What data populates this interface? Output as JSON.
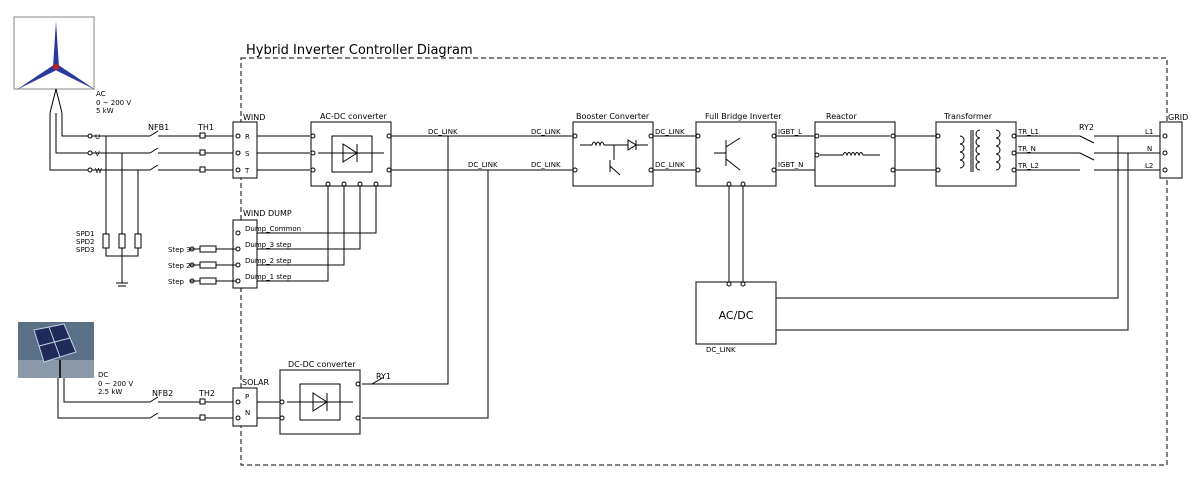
{
  "title": "Hybrid Inverter Controller Diagram",
  "wind_source": {
    "line1": "AC",
    "line2": "0 ~ 200 V",
    "line3": "5 kW"
  },
  "solar_source": {
    "line1": "DC",
    "line2": "0 ~ 200 V",
    "line3": "2.5 kW"
  },
  "breakers": {
    "wind": "NFB1",
    "solar": "NFB2"
  },
  "thermal": {
    "wind": "TH1",
    "solar": "TH2"
  },
  "phases": [
    "U",
    "V",
    "W"
  ],
  "spd": [
    "SPD1",
    "SPD2",
    "SPD3"
  ],
  "wind_terminal": {
    "title": "WIND",
    "pins": [
      "R",
      "S",
      "T"
    ]
  },
  "wind_dump": {
    "title": "WIND DUMP",
    "rows": [
      "Dump_Common",
      "Dump_3 step",
      "Dump_2 step",
      "Dump_1 step"
    ]
  },
  "steps": [
    "Step 3",
    "Step 2",
    "Step"
  ],
  "solar_terminal": {
    "title": "SOLAR",
    "pins": [
      "P",
      "N"
    ]
  },
  "blocks": {
    "acdc": "AC-DC converter",
    "dcdc": "DC-DC converter",
    "booster": "Booster Converter",
    "fullbridge": "Full Bridge Inverter",
    "reactor": "Reactor",
    "transformer": "Transformer",
    "acdc_supply": "AC/DC"
  },
  "relays": {
    "solar": "RY1",
    "grid": "RY2"
  },
  "nets": {
    "dc_link": "DC_LINK",
    "igbt_l": "IGBT_L",
    "igbt_n": "IGBT_N",
    "tr_l1": "TR_L1",
    "tr_n": "TR_N",
    "tr_l2": "TR_L2"
  },
  "grid_terminal": {
    "title": "GRID",
    "pins": [
      "L1",
      "N",
      "L2"
    ]
  }
}
